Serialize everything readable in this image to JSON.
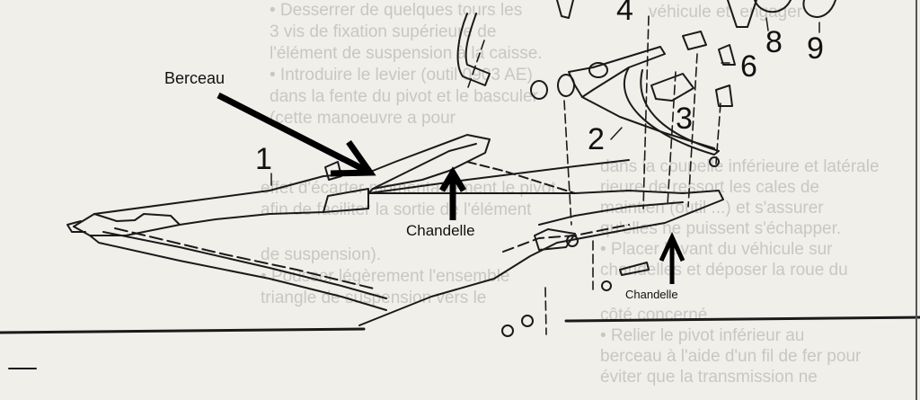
{
  "annotations": {
    "berceau": "Berceau",
    "chandelle_left": "Chandelle",
    "chandelle_right": "Chandelle"
  },
  "part_numbers": [
    "1",
    "2",
    "3",
    "4",
    "6",
    "8",
    "9"
  ],
  "background_text": {
    "left_column": [
      "• Desserrer de quelques tours les",
      "3 vis de fixation supérieure de",
      "l'élément de suspension à la caisse.",
      "• Introduire le levier (outil 0903 AE)",
      "dans la fente du pivot et le basculer",
      "(cette manoeuvre a pour",
      "effet d'écarter momentanément le pivot",
      "afin de faciliter la sortie de l'élément",
      "de suspension).",
      "• Pousser légèrement l'ensemble",
      "triangle de suspension vers le"
    ],
    "right_column": [
      "véhicule et, engager",
      "dans la coupelle inférieure et latérale",
      "rieure de ressort les cales de",
      "maintien (outil ...) et s'assurer",
      "qu'elles ne puissent s'échapper.",
      "• Placer l'avant du véhicule sur",
      "chandelles et déposer la roue du",
      "côté concerné.",
      "• Relier le pivot inférieur au",
      "berceau à l'aide d'un fil de fer pour",
      "éviter que la transmission ne"
    ]
  }
}
